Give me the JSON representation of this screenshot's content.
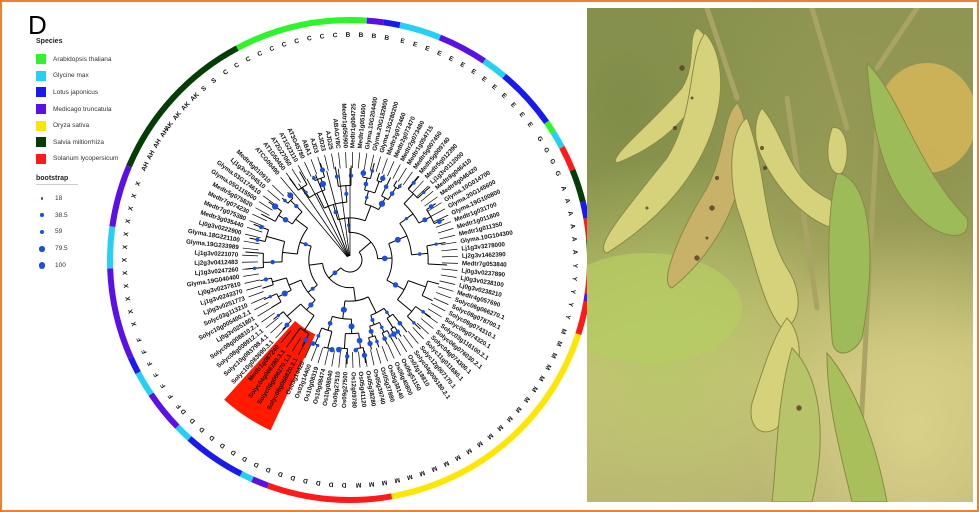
{
  "figure": {
    "panel_label": "D",
    "legend": {
      "title": "Species",
      "items": [
        {
          "label": "Arabidopsis thaliana",
          "color": "#2ef52a"
        },
        {
          "label": "Glycine max",
          "color": "#24d0f5"
        },
        {
          "label": "Lotus japonicus",
          "color": "#1a1af0"
        },
        {
          "label": "Medicago truncatula",
          "color": "#5a10e6"
        },
        {
          "label": "Oryza sativa",
          "color": "#ffe600"
        },
        {
          "label": "Salvia miltiorrhiza",
          "color": "#063d06"
        },
        {
          "label": "Solanum lycopersicum",
          "color": "#ff1a1a"
        }
      ]
    },
    "bootstrap": {
      "title": "bootstrap",
      "items": [
        {
          "label": "18",
          "value": 18
        },
        {
          "label": "38.5",
          "value": 38.5
        },
        {
          "label": "59",
          "value": 59
        },
        {
          "label": "79.5",
          "value": 79.5
        },
        {
          "label": "100",
          "value": 100
        }
      ],
      "color": "#1a4fe0"
    },
    "ring_segments": [
      {
        "species": "Salvia miltiorrhiza",
        "from": 293,
        "to": 332
      },
      {
        "species": "Arabidopsis thaliana",
        "from": 332,
        "to": 360
      },
      {
        "species": "Arabidopsis thaliana",
        "from": 0,
        "to": 4
      },
      {
        "species": "Medicago truncatula",
        "from": 4,
        "to": 8
      },
      {
        "species": "Lotus japonicus",
        "from": 8,
        "to": 12
      },
      {
        "species": "Glycine max",
        "from": 12,
        "to": 22
      },
      {
        "species": "Medicago truncatula",
        "from": 22,
        "to": 34
      },
      {
        "species": "Glycine max",
        "from": 34,
        "to": 40
      },
      {
        "species": "Lotus japonicus",
        "from": 40,
        "to": 55
      },
      {
        "species": "Arabidopsis thaliana",
        "from": 55,
        "to": 58
      },
      {
        "species": "Glycine max",
        "from": 58,
        "to": 62
      },
      {
        "species": "Solanum lycopersicum",
        "from": 62,
        "to": 68
      },
      {
        "species": "Salvia miltiorrhiza",
        "from": 68,
        "to": 76
      },
      {
        "species": "Lotus japonicus",
        "from": 76,
        "to": 80
      },
      {
        "species": "Solanum lycopersicum",
        "from": 80,
        "to": 85
      },
      {
        "species": "Salvia miltiorrhiza",
        "from": 85,
        "to": 88
      },
      {
        "species": "Solanum lycopersicum",
        "from": 88,
        "to": 98
      },
      {
        "species": "Medicago truncatula",
        "from": 98,
        "to": 100
      },
      {
        "species": "Solanum lycopersicum",
        "from": 100,
        "to": 108
      },
      {
        "species": "Oryza sativa",
        "from": 108,
        "to": 170
      },
      {
        "species": "Solanum lycopersicum",
        "from": 170,
        "to": 200
      },
      {
        "species": "Medicago truncatula",
        "from": 200,
        "to": 204
      },
      {
        "species": "Glycine max",
        "from": 204,
        "to": 207
      },
      {
        "species": "Lotus japonicus",
        "from": 207,
        "to": 222
      },
      {
        "species": "Glycine max",
        "from": 222,
        "to": 226
      },
      {
        "species": "Medicago truncatula",
        "from": 226,
        "to": 236
      },
      {
        "species": "Glycine max",
        "from": 236,
        "to": 242
      },
      {
        "species": "Lotus japonicus",
        "from": 242,
        "to": 246
      },
      {
        "species": "Medicago truncatula",
        "from": 246,
        "to": 268
      },
      {
        "species": "Glycine max",
        "from": 268,
        "to": 278
      },
      {
        "species": "Medicago truncatula",
        "from": 278,
        "to": 293
      }
    ],
    "group_letters": [
      {
        "letter": "AH",
        "from": 293,
        "to": 305
      },
      {
        "letter": "AK",
        "from": 305,
        "to": 318
      },
      {
        "letter": "S",
        "from": 318,
        "to": 325
      },
      {
        "letter": "C",
        "from": 325,
        "to": 358
      },
      {
        "letter": "B",
        "from": 358,
        "to": 372
      },
      {
        "letter": "E",
        "from": 372,
        "to": 416
      },
      {
        "letter": "G",
        "from": 416,
        "to": 430
      },
      {
        "letter": "A",
        "from": 430,
        "to": 450
      },
      {
        "letter": "Y",
        "from": 450,
        "to": 467
      },
      {
        "letter": "M",
        "from": 467,
        "to": 540
      },
      {
        "letter": "D",
        "from": 540,
        "to": 588
      },
      {
        "letter": "F",
        "from": 588,
        "to": 612
      },
      {
        "letter": "X",
        "from": 612,
        "to": 653
      }
    ],
    "highlight": {
      "from": 205,
      "to": 222,
      "color": "#ff1a00"
    },
    "tip_labels": [
      "ATCG00490",
      "AT1G50450",
      "AT2G27060",
      "AT1G23110",
      "AT3G45780",
      "ABA1",
      "AJD3",
      "AJD23",
      "AJD25",
      "ABAGY8C",
      "Medtr1g050900",
      "Medtr1g094725",
      "Medtr1g051600",
      "Glyma.10G204400",
      "Glyma.20G182800",
      "Glyma.13G280200",
      "Medtr2g073460",
      "Medtr2g073470",
      "Medtr2g073480",
      "Medtr1g054715",
      "Medtr5g007450",
      "Medtr5g009740",
      "Medtr5g012390",
      "Lj1g3v0112000",
      "Medtr8g046410",
      "Medtr8g046420",
      "Glyma.10G014700",
      "Glyma.20G145600",
      "Glyma.19G100800",
      "Medtr1g031700",
      "Medtr1g011800",
      "Medtr1g011350",
      "Glyma.10G104300",
      "Lj1g3v3278000",
      "Lj2g3v1462390",
      "Medtr7g053840",
      "Lj0g3v0237890",
      "Lj0g3v0238100",
      "Lj0g3v0238210",
      "Medtr4g057690",
      "Solyc06g066270.1",
      "Solyc08g078700.1",
      "Solyc09g074310.1",
      "Solyc09g074320.1",
      "Solyc03g116100.2.1",
      "Solyc06g076030.2.1",
      "Solyc04g074300.1",
      "Solyc11g011680.1",
      "Solyc12g007170.1",
      "Solyc04g005180.2.1",
      "Os02g18810",
      "Os06g51150",
      "Os06g40800",
      "Os05g38140",
      "Os05g37880",
      "Os05g39740",
      "Os05g38280",
      "Os05g41120",
      "Os12g09780",
      "Os09g27500",
      "Os09g27510",
      "Os10g08040",
      "Os10g08474",
      "Os10g08319",
      "Os03g14400",
      "Os03g14420",
      "Solyc08g068820.2.1",
      "Solyc06g066270.1.1",
      "Solyc04g066280.3.1",
      "Medtr1g087240",
      "Solyc10g083690.3.1",
      "Solyc10g083798.4.1",
      "Solyc08g008912.1.1",
      "Solyc08g008810.2.1",
      "Lj0g3v0251801",
      "Solyc10g005400.2.1",
      "Solyc03g113210",
      "Lj0g3v0251773",
      "Lj1g3v0243370",
      "Lj0g3v0237810",
      "Glyma.19G040400",
      "Lj1g3v0247260",
      "Lj2g3v0412483",
      "Lj1g3v0221070",
      "Glyma.19G233989",
      "Glyma.18G221100",
      "Lj0g3v0222900",
      "Medtr3g035440",
      "Medtr7g075380",
      "Medtr7g074230",
      "Medtr5g075820",
      "Glyma.05G115500",
      "Glyma.03G174610",
      "Lj1g3v3704510",
      "Medtr6g010910"
    ]
  },
  "photo": {
    "subject": "soybean pods on plant",
    "colors": {
      "pod_yellow": "#d6d27c",
      "pod_green": "#9dbb58",
      "stem": "#a9a464",
      "spot": "#5a3b1e"
    }
  }
}
